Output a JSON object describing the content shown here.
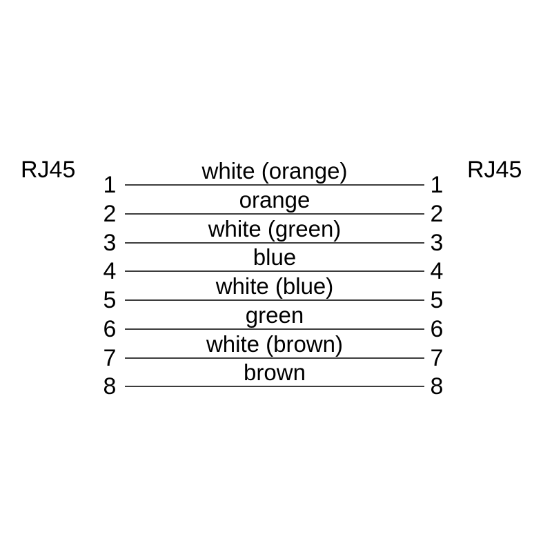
{
  "diagram": {
    "left_connector_label": "RJ45",
    "right_connector_label": "RJ45",
    "rows": [
      {
        "pin_left": "1",
        "color": "white (orange)",
        "pin_right": "1"
      },
      {
        "pin_left": "2",
        "color": "orange",
        "pin_right": "2"
      },
      {
        "pin_left": "3",
        "color": "white (green)",
        "pin_right": "3"
      },
      {
        "pin_left": "4",
        "color": "blue",
        "pin_right": "4"
      },
      {
        "pin_left": "5",
        "color": "white (blue)",
        "pin_right": "5"
      },
      {
        "pin_left": "6",
        "color": "green",
        "pin_right": "6"
      },
      {
        "pin_left": "7",
        "color": "white (brown)",
        "pin_right": "7"
      },
      {
        "pin_left": "8",
        "color": "brown",
        "pin_right": "8"
      }
    ],
    "colors": {
      "background": "#ffffff",
      "text": "#000000",
      "wire_line": "#3c3c3c"
    }
  }
}
